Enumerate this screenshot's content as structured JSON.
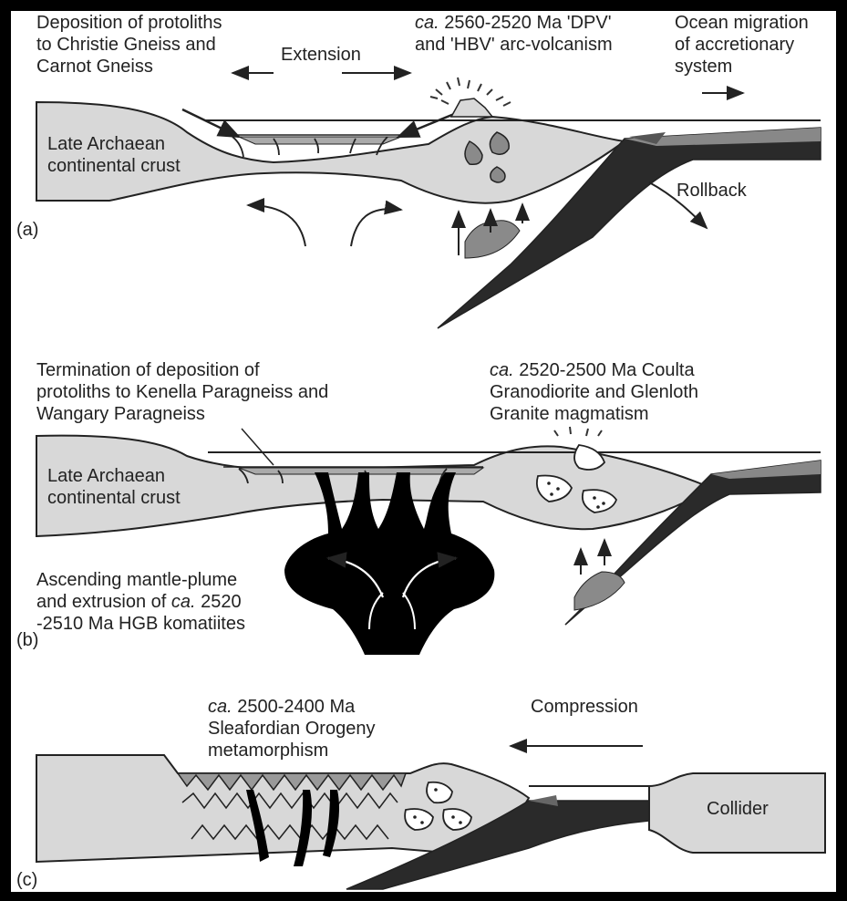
{
  "panel_a": {
    "tag": "(a)",
    "deposition": [
      "Deposition of protoliths",
      "to Christie Gneiss and",
      "Carnot Gneiss"
    ],
    "extension": "Extension",
    "arc_prefix": "ca.",
    "arc_line1": " 2560-2520 Ma 'DPV'",
    "arc_line2": "and 'HBV' arc-volcanism",
    "ocean": [
      "Ocean migration",
      "of accretionary",
      "system"
    ],
    "crust": [
      "Late Archaean",
      "continental crust"
    ],
    "rollback": "Rollback"
  },
  "panel_b": {
    "tag": "(b)",
    "termination": [
      "Termination of deposition of",
      "protoliths to Kenella Paragneiss and",
      "Wangary Paragneiss"
    ],
    "coulta_prefix": "ca.",
    "coulta_line1": " 2520-2500 Ma Coulta",
    "coulta_line2": "Granodiorite and Glenloth",
    "coulta_line3": "Granite magmatism",
    "crust": [
      "Late Archaean",
      "continental crust"
    ],
    "plume_line1": "Ascending mantle-plume",
    "plume_line2_pre": "and extrusion of ",
    "plume_line2_it": "ca.",
    "plume_line2_post": " 2520",
    "plume_line3": "-2510 Ma HGB komatiites"
  },
  "panel_c": {
    "tag": "(c)",
    "sleaford_prefix": "ca.",
    "sleaford_line1": " 2500-2400 Ma",
    "sleaford_line2": "Sleafordian Orogeny",
    "sleaford_line3": "metamorphism",
    "compression": "Compression",
    "collider": "Collider"
  },
  "colors": {
    "crust_fill": "#d8d8d8",
    "slab_fill": "#2a2a2a",
    "magma_fill": "#8a8a8a",
    "plume_fill": "#000000",
    "background": "#ffffff",
    "frame": "#000000"
  }
}
